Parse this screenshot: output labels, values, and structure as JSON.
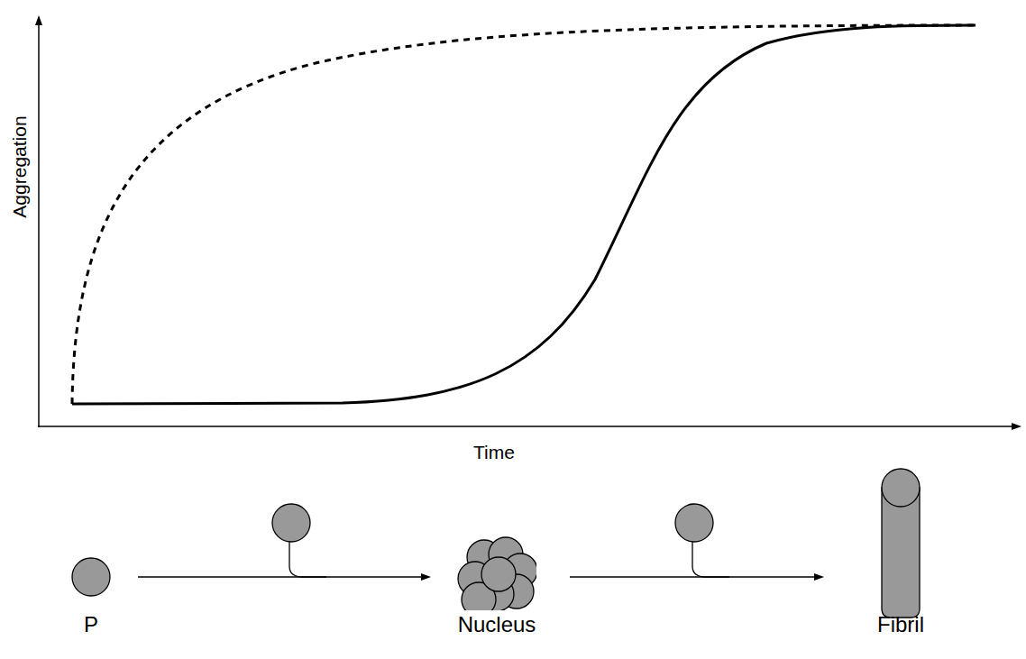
{
  "diagram": {
    "nodes": [
      {
        "text": [
          "P"
        ]
      },
      {
        "text": [
          "Nucleus"
        ]
      },
      {
        "text": [
          "Fibril"
        ]
      }
    ],
    "edges": [
      {
        "from": 0,
        "to": 1,
        "arrow": "to"
      },
      {
        "from": 1,
        "to": 2,
        "arrow": "to"
      }
    ],
    "labels": [
      "Aggregation",
      "Time"
    ]
  }
}
